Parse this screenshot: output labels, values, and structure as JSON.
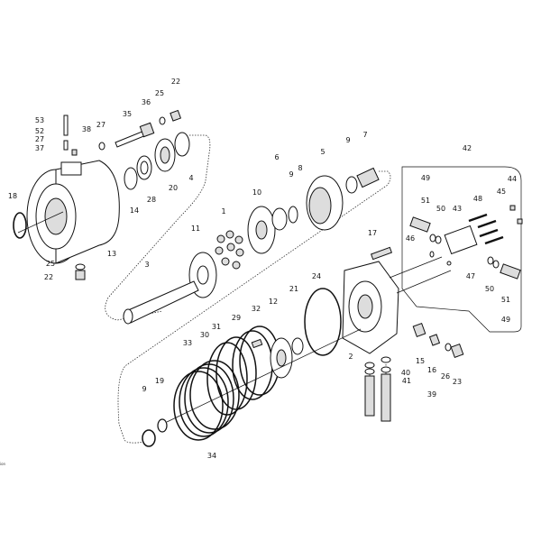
{
  "labels": [
    "22",
    "25",
    "36",
    "35",
    "27",
    "38",
    "53",
    "52",
    "27",
    "37",
    "4",
    "20",
    "28",
    "14",
    "18",
    "13",
    "25",
    "22",
    "10",
    "1",
    "11",
    "3",
    "6",
    "9",
    "8",
    "5",
    "9",
    "7",
    "42",
    "49",
    "51",
    "50",
    "43",
    "48",
    "45",
    "44",
    "46",
    "47",
    "50",
    "51",
    "49",
    "17",
    "24",
    "21",
    "12",
    "32",
    "29",
    "31",
    "30",
    "33",
    "19",
    "9",
    "34",
    "2",
    "15",
    "16",
    "40",
    "41",
    "39",
    "26",
    "23"
  ],
  "footer_text": "ion"
}
